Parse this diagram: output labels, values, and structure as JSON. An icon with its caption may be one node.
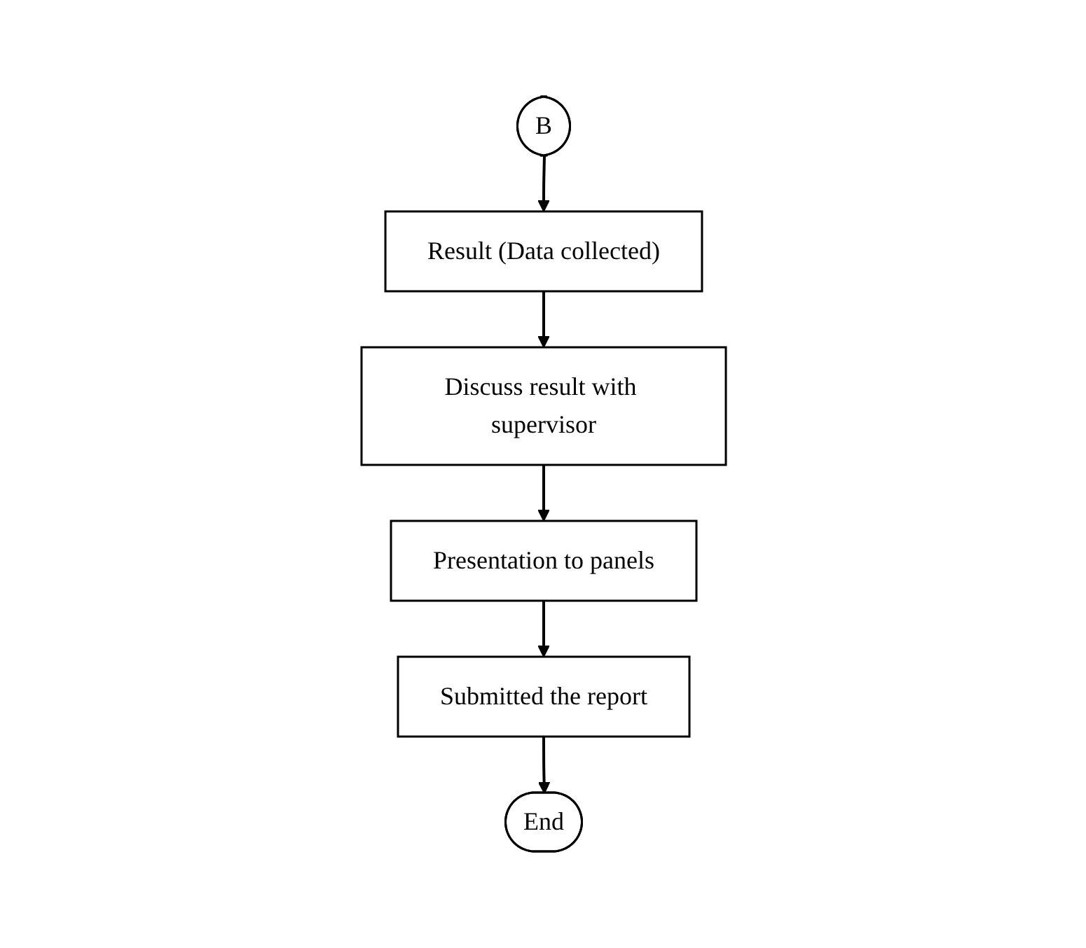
{
  "diagram": {
    "nodes": [
      {
        "text": [
          "B"
        ]
      },
      {
        "text": [
          "Result (Data collected)"
        ]
      },
      {
        "text": [
          "Discuss result with supervisor"
        ]
      },
      {
        "text": [
          "Presentation to panels"
        ]
      },
      {
        "text": [
          "Submitted the report"
        ]
      },
      {
        "text": [
          "End"
        ]
      }
    ],
    "edges": [
      {
        "from": 0,
        "to": 1,
        "arrow": "to"
      },
      {
        "from": 1,
        "to": 2,
        "arrow": "to"
      },
      {
        "from": 2,
        "to": 3,
        "arrow": "to"
      },
      {
        "from": 3,
        "to": 4,
        "arrow": "to"
      },
      {
        "from": 4,
        "to": 5,
        "arrow": "to"
      }
    ]
  }
}
